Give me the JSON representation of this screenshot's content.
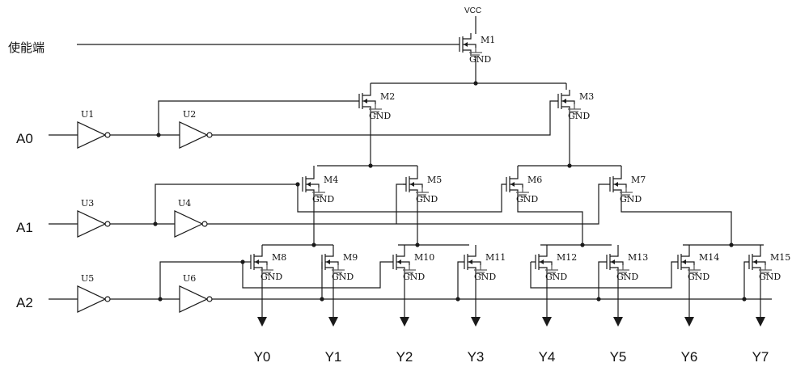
{
  "labels": {
    "enable": "使能端",
    "vcc": "VCC",
    "gnd": "GND",
    "inputs": [
      "A0",
      "A1",
      "A2"
    ],
    "inverters": [
      "U1",
      "U2",
      "U3",
      "U4",
      "U5",
      "U6"
    ],
    "outputs": [
      "Y0",
      "Y1",
      "Y2",
      "Y3",
      "Y4",
      "Y5",
      "Y6",
      "Y7"
    ]
  },
  "transistors": {
    "level0": [
      "M1"
    ],
    "level1": [
      "M2",
      "M3"
    ],
    "level2": [
      "M4",
      "M5",
      "M6",
      "M7"
    ],
    "level3": [
      "M8",
      "M9",
      "M10",
      "M11",
      "M12",
      "M13",
      "M14",
      "M15"
    ]
  }
}
